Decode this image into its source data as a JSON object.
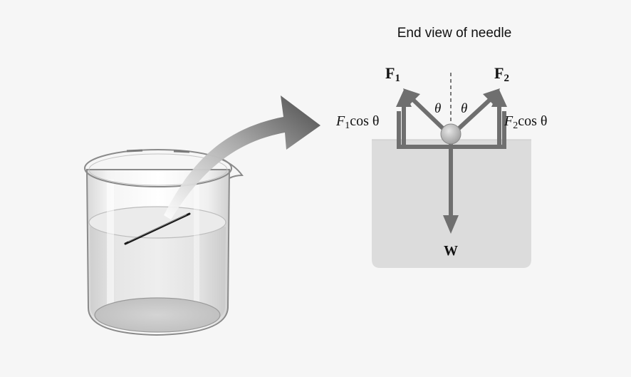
{
  "diagram": {
    "title": "End view of needle",
    "labels": {
      "f1": "F",
      "f1_sub": "1",
      "f2": "F",
      "f2_sub": "2",
      "theta_left": "θ",
      "theta_right": "θ",
      "f1cos_f": "F",
      "f1cos_sub": "1",
      "f1cos_rest": "cos θ",
      "f2cos_f": "F",
      "f2cos_sub": "2",
      "f2cos_rest": "cos θ",
      "weight": "W"
    }
  },
  "colors": {
    "background": "#f6f6f6",
    "vector": "#6f6f6f",
    "water_block": "#dcdcdc",
    "needle_circle": "#bdbdbd",
    "beaker_outline": "#8a8a8a",
    "liquid": "#e2e2e2",
    "text": "#111111"
  }
}
